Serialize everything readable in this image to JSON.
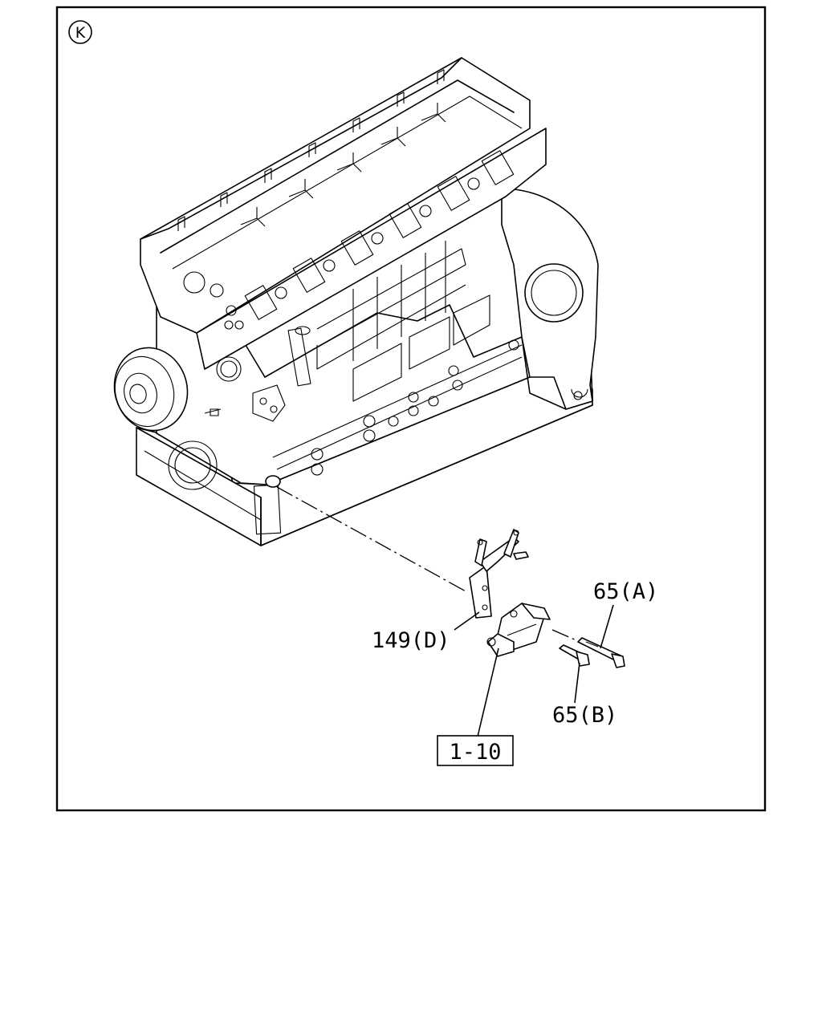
{
  "view_marker": "K",
  "callouts": {
    "bracket_ref": "149(D)",
    "bolt_a_ref": "65(A)",
    "bolt_b_ref": "65(B)",
    "group_ref": "1-10"
  }
}
